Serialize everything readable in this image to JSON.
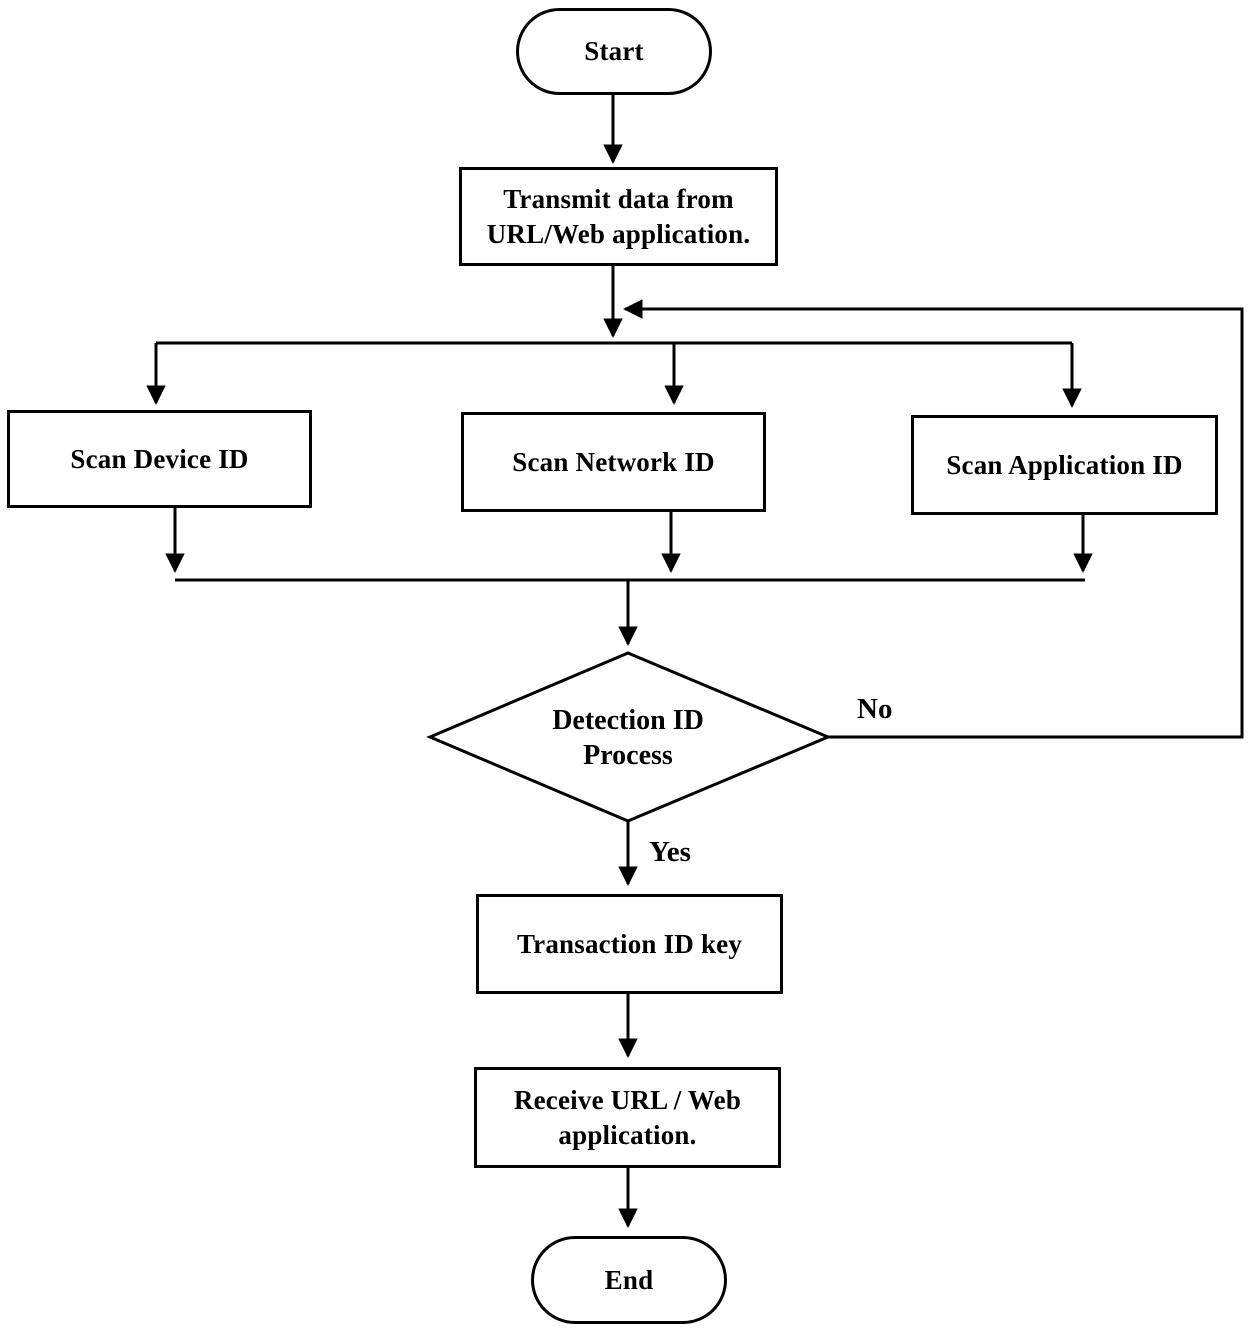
{
  "flowchart": {
    "background": "#ffffff",
    "line_color": "#000000",
    "text_color": "#000000",
    "nodes": {
      "start": {
        "type": "terminator",
        "label": "Start"
      },
      "transmit": {
        "type": "process",
        "line1": "Transmit data from",
        "line2": "URL/Web application."
      },
      "scan_device": {
        "type": "process",
        "label": "Scan Device ID"
      },
      "scan_network": {
        "type": "process",
        "label": "Scan Network ID"
      },
      "scan_application": {
        "type": "process",
        "label": "Scan Application ID"
      },
      "decision": {
        "type": "decision",
        "line1": "Detection ID",
        "line2": "Process"
      },
      "transaction": {
        "type": "process",
        "label": "Transaction ID key"
      },
      "receive": {
        "type": "process",
        "line1": "Receive URL / Web",
        "line2": "application."
      },
      "end": {
        "type": "terminator",
        "label": "End"
      }
    },
    "edge_labels": {
      "no": "No",
      "yes": "Yes"
    },
    "connections": [
      {
        "from": "start",
        "to": "transmit"
      },
      {
        "from": "transmit",
        "to": "scan_device"
      },
      {
        "from": "transmit",
        "to": "scan_network"
      },
      {
        "from": "transmit",
        "to": "scan_application"
      },
      {
        "from": "scan_device",
        "to": "decision"
      },
      {
        "from": "scan_network",
        "to": "decision"
      },
      {
        "from": "scan_application",
        "to": "decision"
      },
      {
        "from": "decision",
        "to": "scan_branch_junction",
        "label": "No"
      },
      {
        "from": "decision",
        "to": "transaction",
        "label": "Yes"
      },
      {
        "from": "transaction",
        "to": "receive"
      },
      {
        "from": "receive",
        "to": "end"
      }
    ]
  }
}
